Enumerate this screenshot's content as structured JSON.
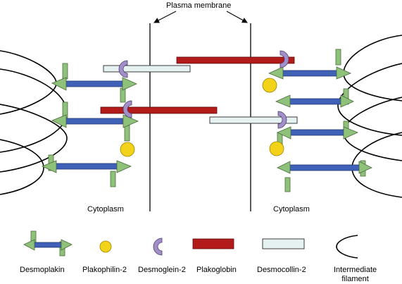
{
  "labels": {
    "plasma_membrane": "Plasma membrane",
    "cytoplasm_left": "Cytoplasm",
    "cytoplasm_right": "Cytoplasm"
  },
  "legend": {
    "desmoplakin": "Desmoplakin",
    "plakophilin": "Plakophilin-2",
    "desmoglein": "Desmoglein-2",
    "plakoglobin": "Plakoglobin",
    "desmocollin": "Desmocollin-2",
    "intermediate_line1": "Intermediate",
    "intermediate_line2": "filament"
  },
  "colors": {
    "desmoplakin_bar": "#3f62b8",
    "desmoplakin_end": "#8ec27a",
    "plakophilin": "#f3d31a",
    "desmoglein": "#a38fc7",
    "plakoglobin": "#b31b1b",
    "desmocollin": "#e6f1f1"
  }
}
